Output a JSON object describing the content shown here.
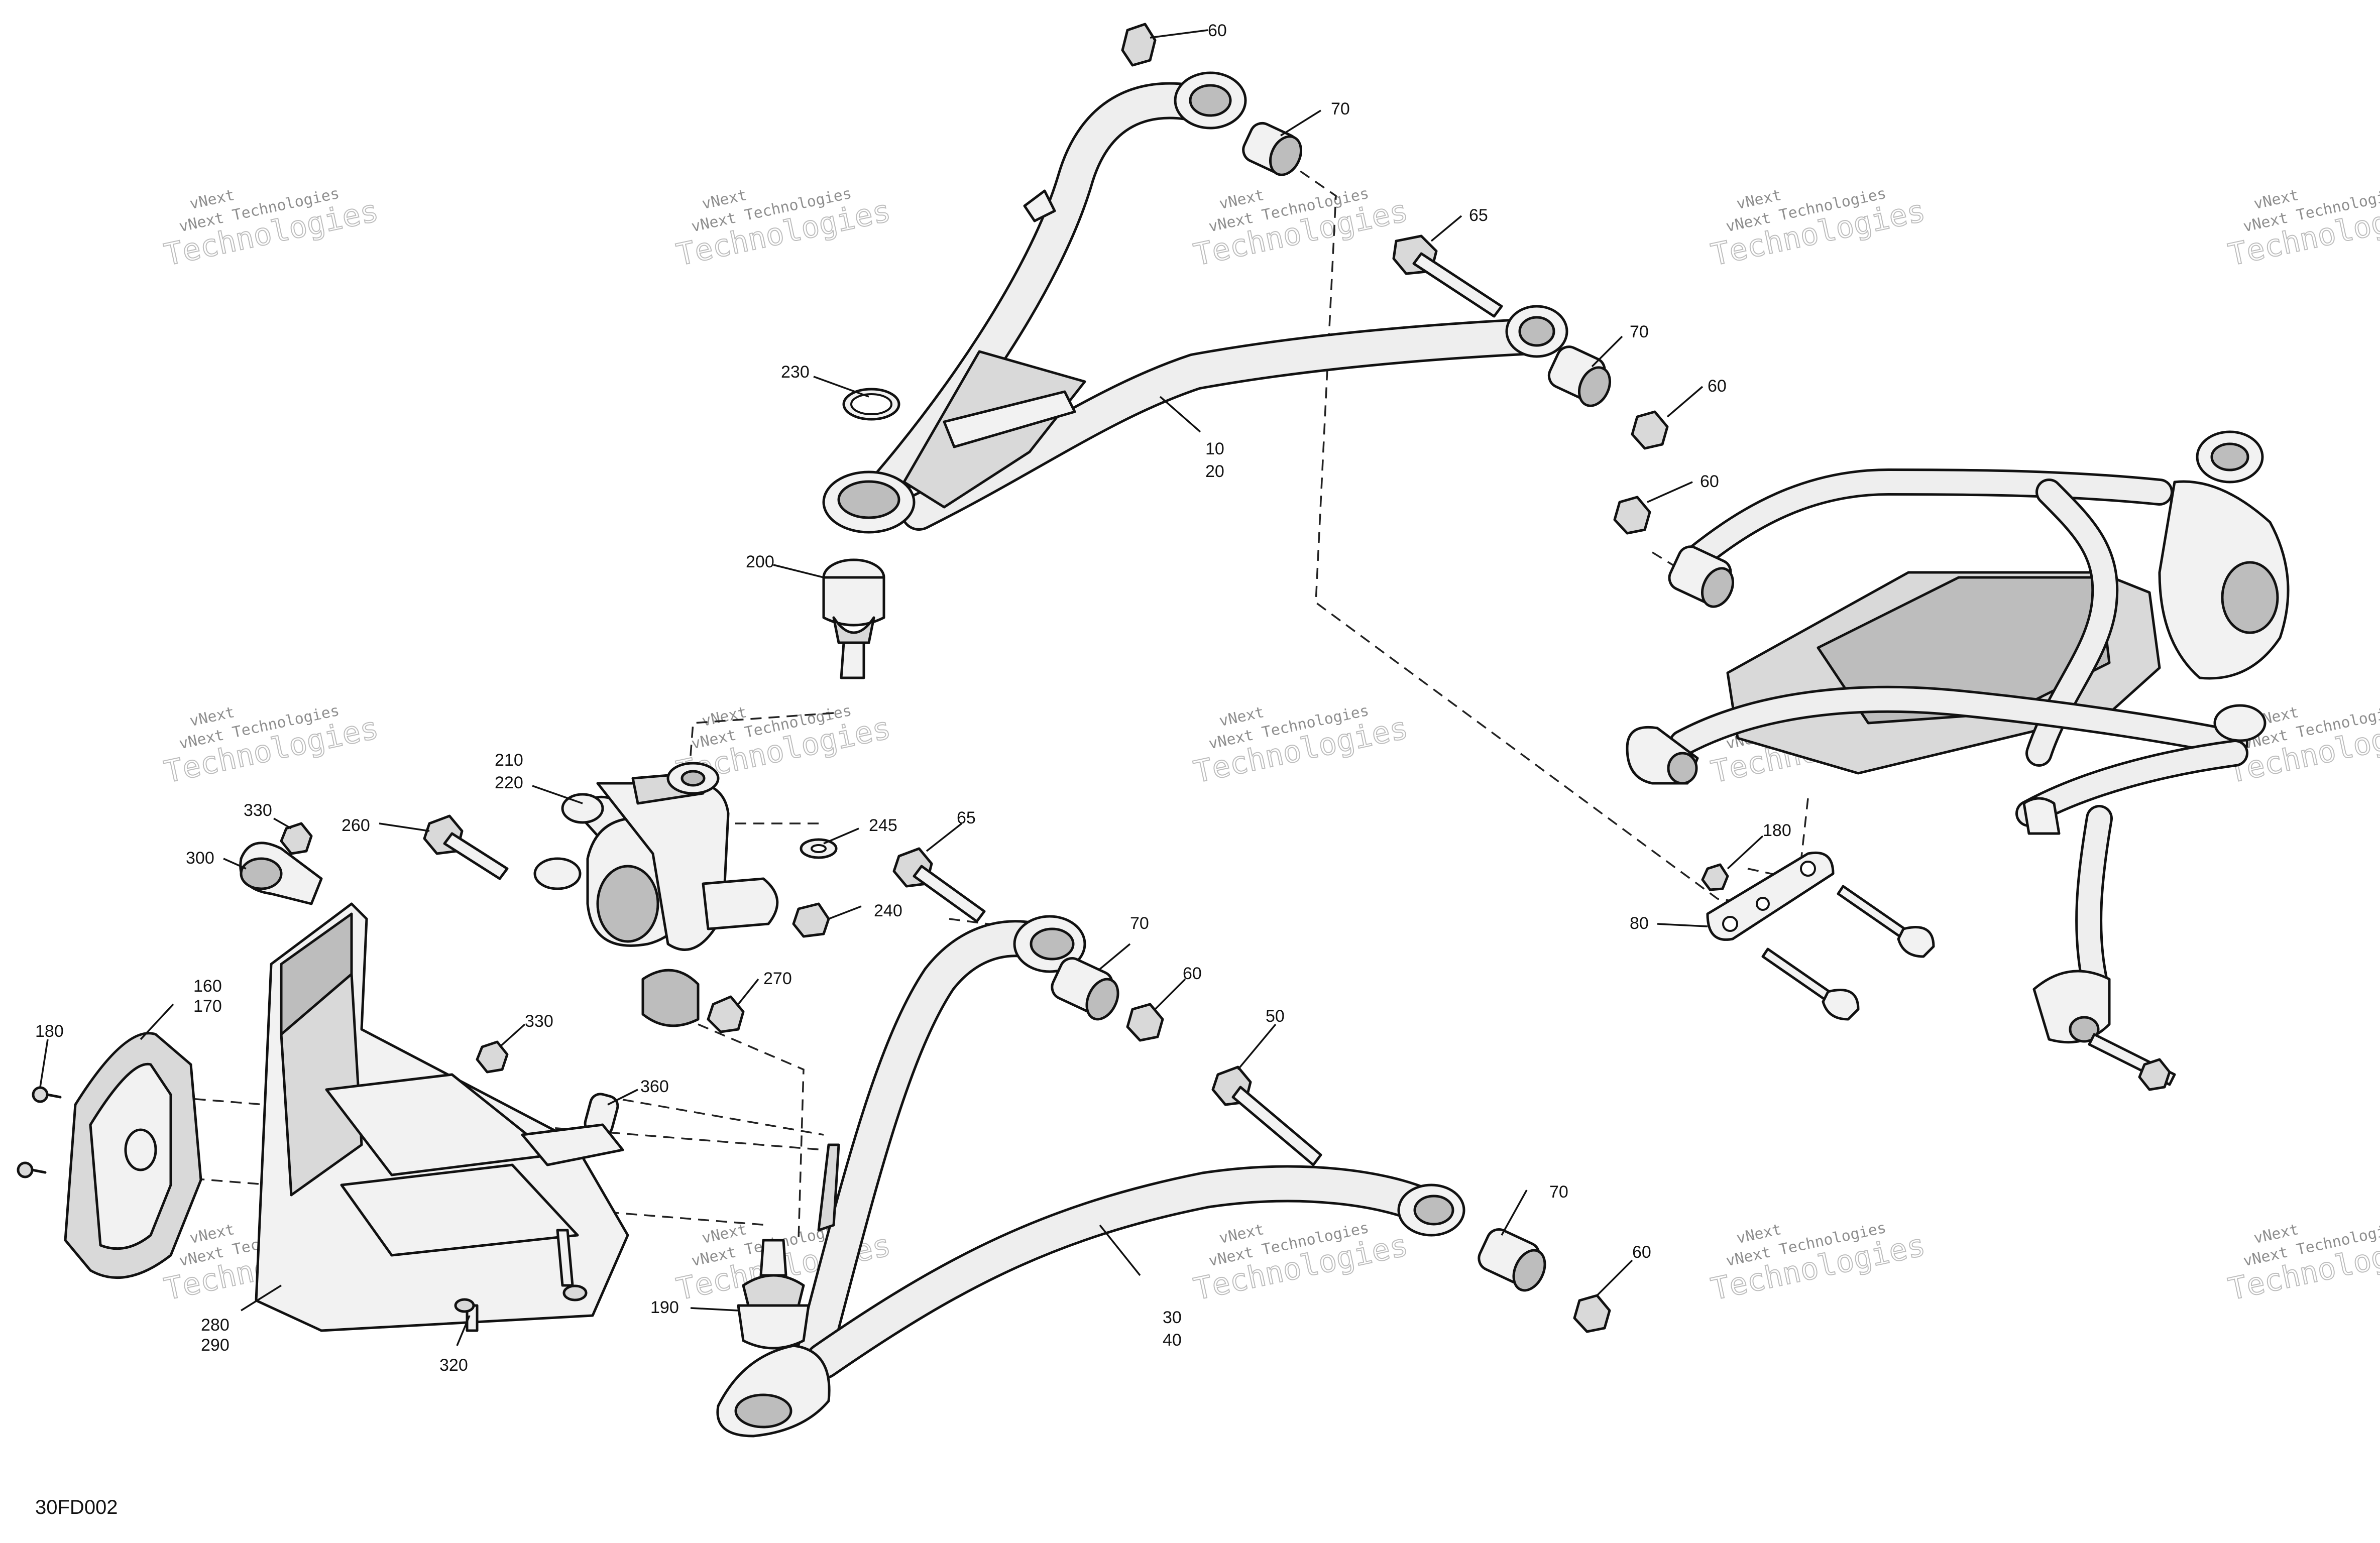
{
  "diagram_ref": "30FD002",
  "watermark": {
    "brand": "vNext",
    "line": "vNext Technologies",
    "big": "Technologies"
  },
  "callouts": {
    "c60_top": "60",
    "c70_top": "70",
    "c65_top": "65",
    "c70_mid": "70",
    "c60_mid": "60",
    "c230": "230",
    "c10_20": [
      "10",
      "20"
    ],
    "c200": "200",
    "c60_right": "60",
    "c210_220": [
      "210",
      "220"
    ],
    "c245": "245",
    "c240": "240",
    "c65_low": "65",
    "c260": "260",
    "c330_top": "330",
    "c300": "300",
    "c70_low": "70",
    "c60_low": "60",
    "c270": "270",
    "c160_170": [
      "160",
      "170"
    ],
    "c180_left": "180",
    "c330_mid": "330",
    "c360": "360",
    "c50": "50",
    "c180_right": "180",
    "c80": "80",
    "c70_bottom": "70",
    "c60_bottom": "60",
    "c30_40": [
      "30",
      "40"
    ],
    "c190": "190",
    "c280_290": [
      "280",
      "290"
    ],
    "c320": "320"
  }
}
